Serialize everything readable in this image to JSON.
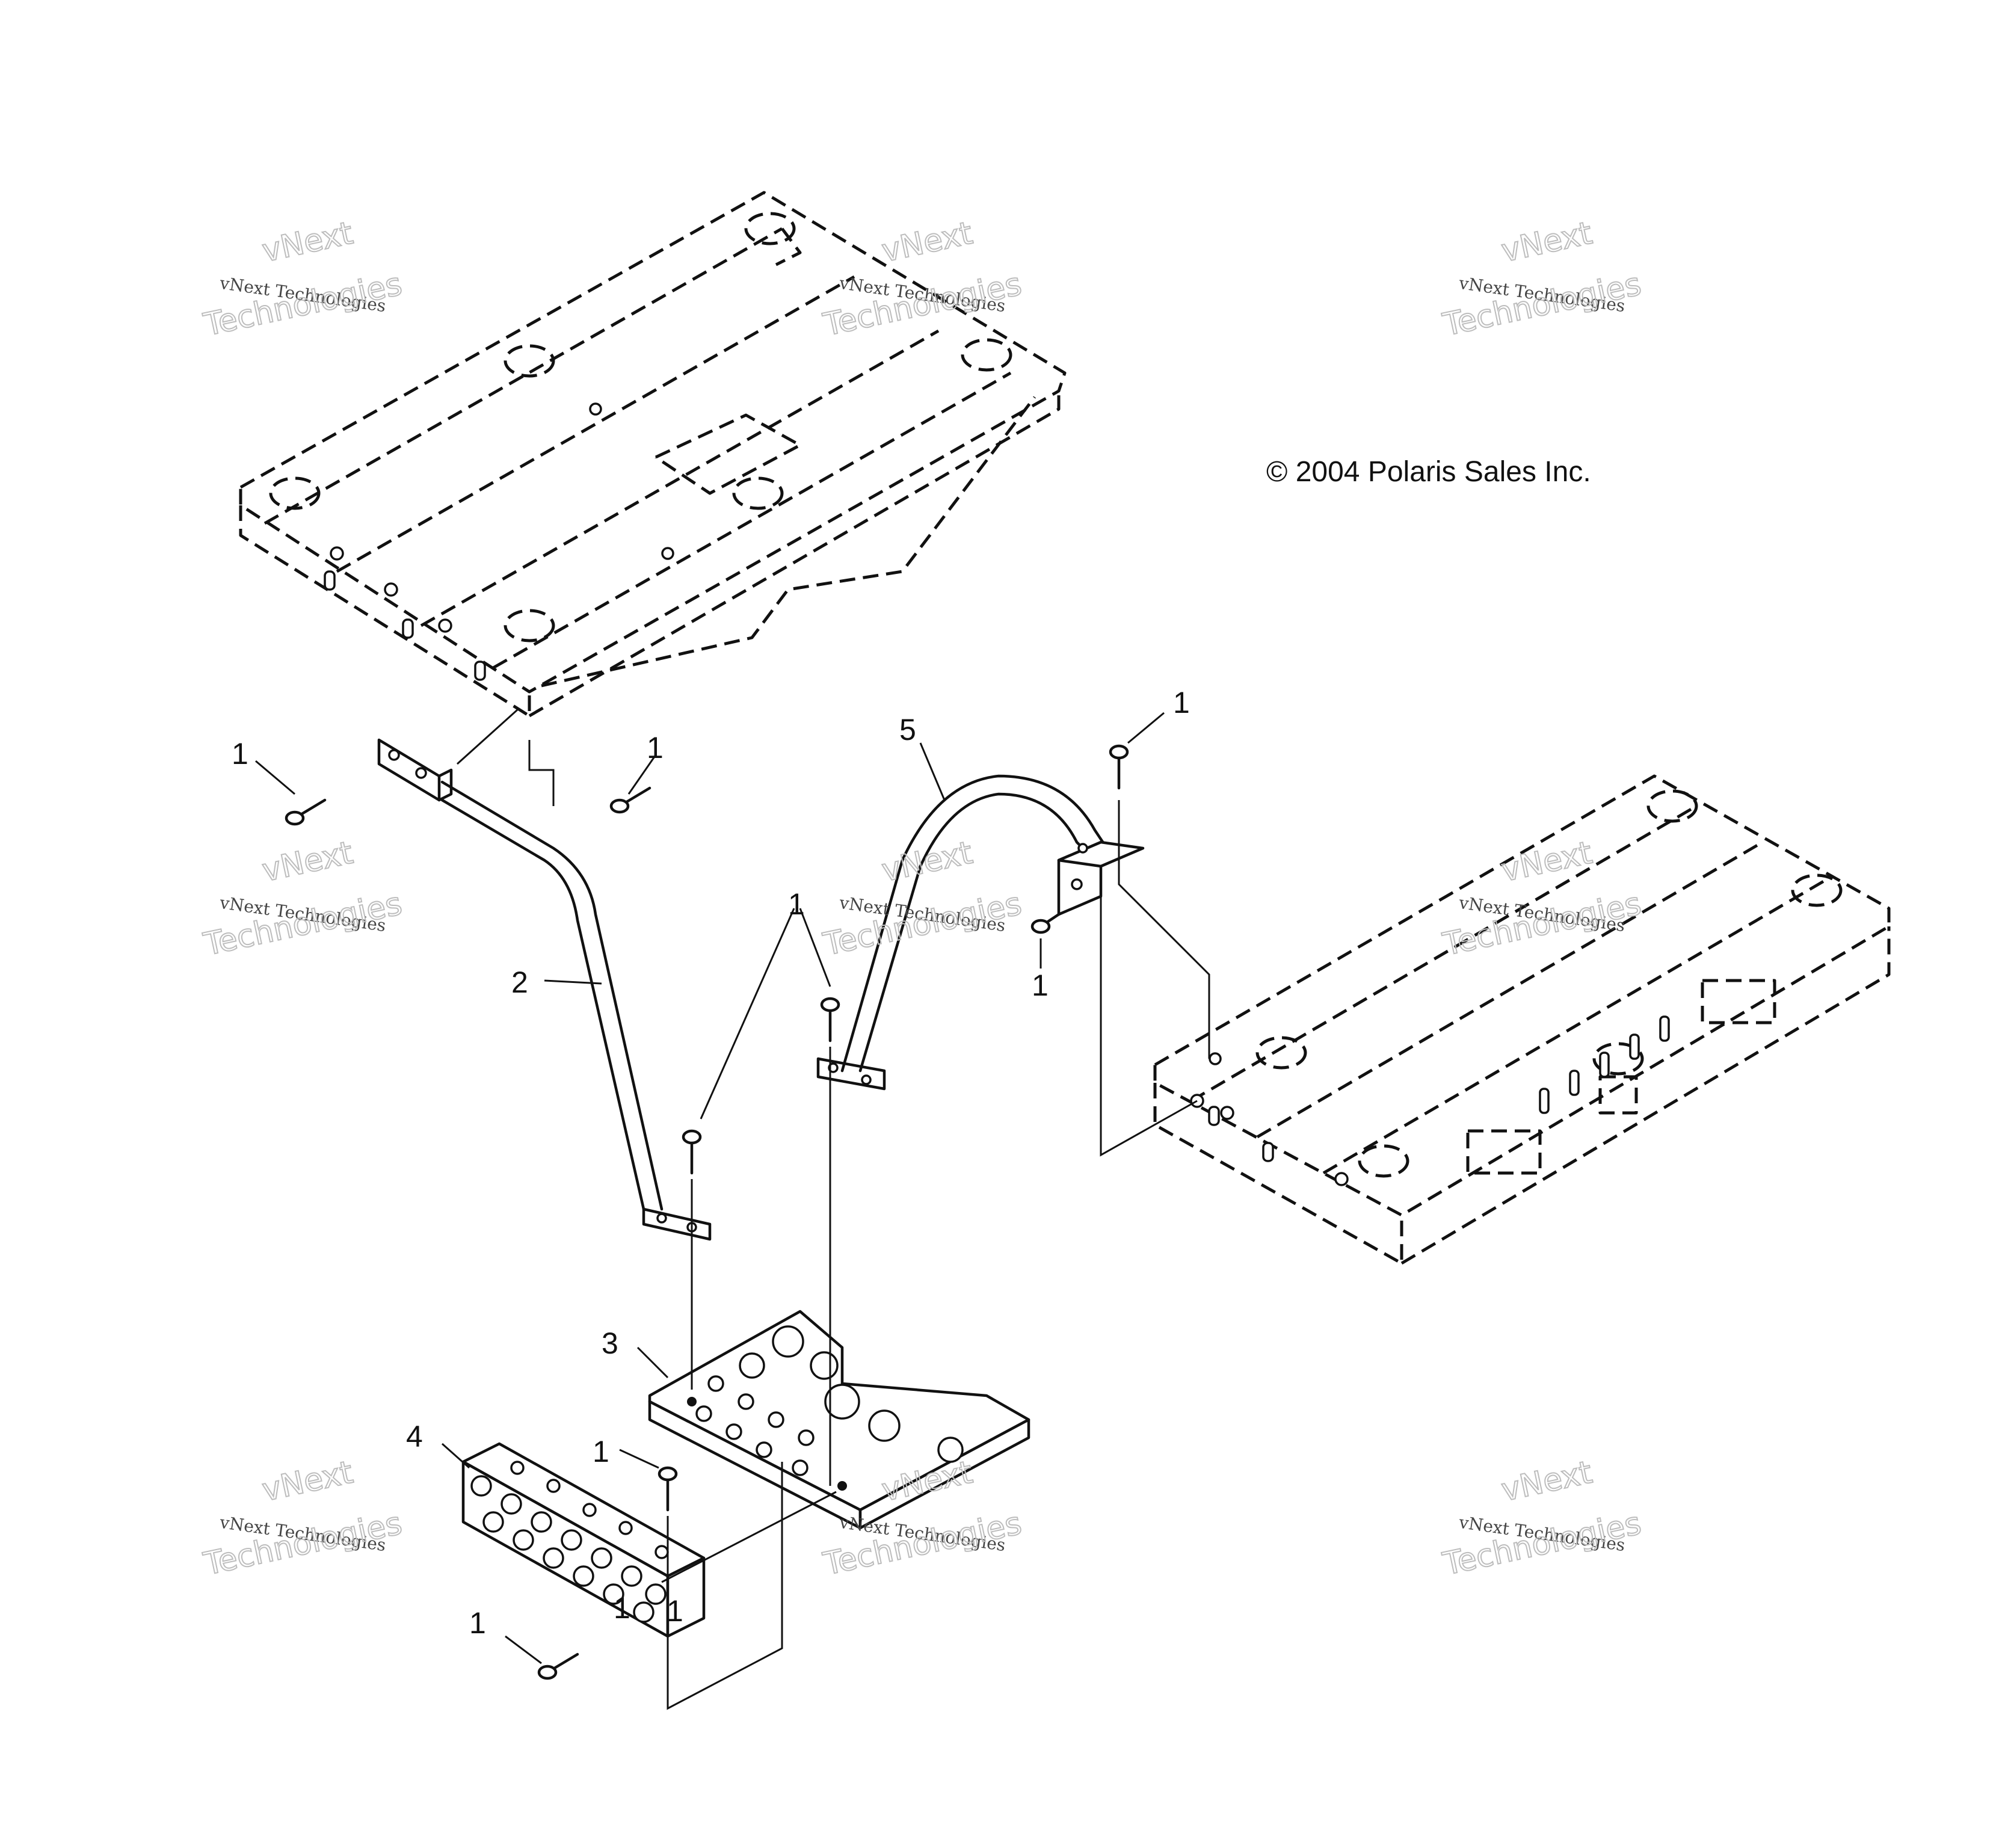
{
  "copyright": "© 2004 Polaris Sales Inc.",
  "callouts": [
    "1",
    "1",
    "1",
    "1",
    "1",
    "1",
    "1",
    "1",
    "1",
    "2",
    "3",
    "4",
    "5"
  ],
  "watermark": {
    "small": "vNext Technologies",
    "big_line1": "vNext",
    "big_line2": "Technologies"
  }
}
